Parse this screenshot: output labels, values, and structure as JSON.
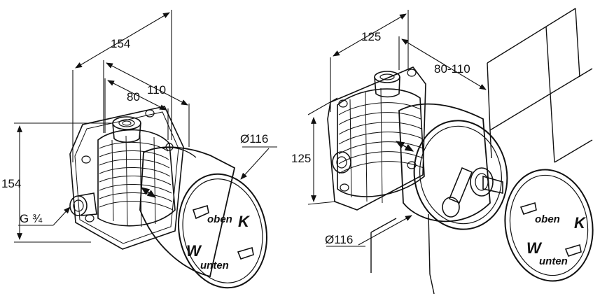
{
  "left_unit": {
    "dim_width_total": "154",
    "dim_depth_max": "110",
    "dim_depth_min": "80",
    "dim_height": "154",
    "dim_diameter": "Ø116",
    "dim_thread": "G ¾",
    "cap_top": "oben",
    "cap_bottom": "unten",
    "cap_letter_right": "K",
    "cap_letter_left": "W"
  },
  "right_unit": {
    "dim_width": "125",
    "dim_depth_range": "80-110",
    "dim_height": "125",
    "dim_diameter": "Ø116",
    "cap_top": "oben",
    "cap_bottom": "unten",
    "cap_letter_right": "K",
    "cap_letter_left": "W"
  }
}
